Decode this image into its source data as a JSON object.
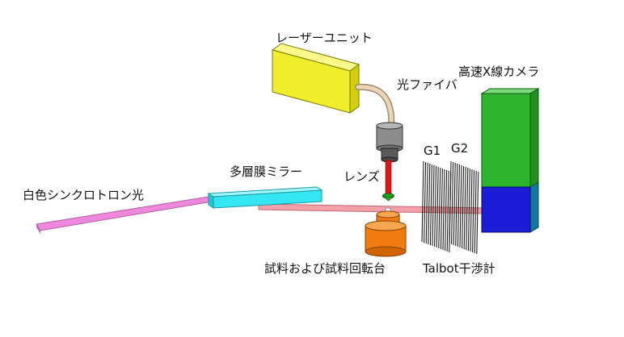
{
  "labels": {
    "laser_unit": "レーザーユニット",
    "optical_fiber": "光ファイバ",
    "high_speed_camera": "高速X線カメラ",
    "grating_g1": "G1",
    "grating_g2": "G2",
    "multilayer_mirror": "多層膜ミラー",
    "lens": "レンズ",
    "white_synchrotron_light": "白色シンクロトロン光",
    "sample_and_stage": "試料および試料回転台",
    "talbot_interferometer": "Talbot干渉計"
  },
  "colors": {
    "laser_unit": "#f0ee2a",
    "fiber": "#ecd6b8",
    "collimator": "#8d8d8d",
    "laser_beam": "#e01515",
    "lens": "#22aa22",
    "mirror": "#33e6f2",
    "xray_beam": "#f4a0a8",
    "synchrotron_beam": "#ee88dd",
    "sample_stage": "#f07c10",
    "camera_top": "#2db52d",
    "camera_bottom": "#1c1cd6",
    "grating": "#222222"
  }
}
